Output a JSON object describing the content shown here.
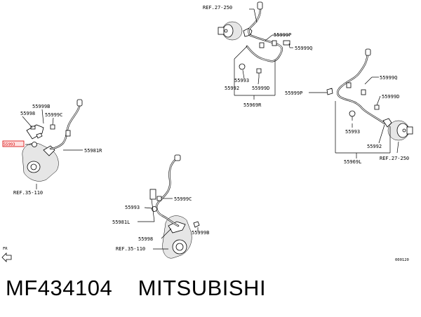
{
  "labels": {
    "ref_27_250_top": "REF.27-250",
    "p55999p_top": "55999P",
    "p55999q_top": "55999Q",
    "p55993_top": "55993",
    "p55992_top": "55992",
    "p55999d_top": "55999D",
    "p55969r": "55969R",
    "p55999b": "55999B",
    "p55998_left": "55998",
    "p55999c_left": "55999C",
    "p55993_left": "55993",
    "p55981r": "55981R",
    "ref_35_110_left": "REF.35-110",
    "p55999q_right": "55999Q",
    "p55999p_right": "55999P",
    "p55999d_right": "55999D",
    "p55993_right": "55993",
    "p55992_right": "55992",
    "p55969l": "55969L",
    "ref_27_250_right": "REF.27-250",
    "p55999c_mid": "55999C",
    "p55993_mid": "55993",
    "p55981l": "55981L",
    "p55998_mid": "55998",
    "p55999b_mid": "55999B",
    "ref_35_110_mid": "REF.35-110",
    "fr": "FR",
    "code": "000120"
  },
  "caption": "MF434104    MITSUBISHI",
  "colors": {
    "highlight": "#d40000",
    "line": "#000000"
  }
}
